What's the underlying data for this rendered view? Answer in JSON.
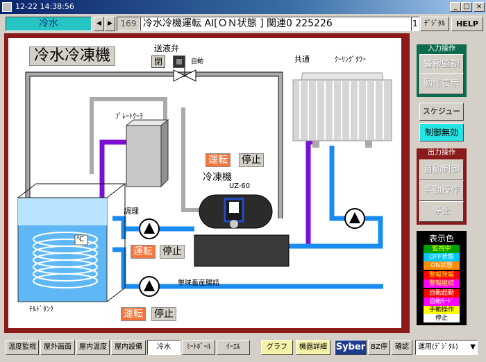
{
  "titlebar": {
    "text": "12-22 14:38:56",
    "min": "_",
    "max": "□",
    "close": "×"
  },
  "header": {
    "area": "冷水",
    "prev": "◀",
    "next": "▶",
    "seq": "169",
    "message": "冷水冷機運転 AI[ＯＮ状態 ] 関連0 225226",
    "num": "1",
    "digital": "ﾃﾞｼﾞﾀﾙ",
    "help": "HELP"
  },
  "diagram": {
    "title": "冷水冷凍機",
    "valve_label": "送液弁",
    "valve_close": "閉",
    "valve_auto": "自動",
    "plate_cooler": "ﾌﾟﾚｰﾄｸｰﾗ",
    "common": "共通",
    "cooling_tower": "ｸｰﾘﾝｸﾞﾀﾜｰ",
    "chiller_label": "冷凍機",
    "chiller_model": "UZ-60",
    "chiller_run": "運転",
    "chiller_stop": "停止",
    "adjust_label": "調理",
    "adjust_run": "運転",
    "adjust_stop": "停止",
    "supply_label": "単味畜産腸詰",
    "supply_run": "運転",
    "supply_stop": "停止",
    "tank_label": "ﾁﾙﾄﾞﾀﾝｸ",
    "temp_unit": "℃"
  },
  "side": {
    "input_title": "入力操作",
    "alarm": "警報監視",
    "action": "動作表示",
    "schedule": "スケジュール",
    "control_disable": "制御無効",
    "output_title": "出力操作",
    "auto_control": "自動制御",
    "manual": "手動操作",
    "stop": "停止",
    "legend_title": "表示色",
    "legend": [
      {
        "label": "監視中",
        "bg": "#00a000",
        "fg": "#ffff00"
      },
      {
        "label": "OFF状態",
        "bg": "#00c8ff",
        "fg": "#ffffff"
      },
      {
        "label": "ON状態",
        "bg": "#ff8c00",
        "fg": "#ffffff"
      },
      {
        "label": "警報発報",
        "bg": "#ff0000",
        "fg": "#ffff00"
      },
      {
        "label": "警報継続",
        "bg": "#ff00ff",
        "fg": "#ffff00"
      },
      {
        "label": "自動起動",
        "bg": "#ff0000",
        "fg": "#ffffff"
      },
      {
        "label": "自動ﾓｰﾄﾞ",
        "bg": "#ff00ff",
        "fg": "#ffffff"
      },
      {
        "label": "手動操作",
        "bg": "#ffff00",
        "fg": "#000000"
      },
      {
        "label": "停止",
        "bg": "#ffffff",
        "fg": "#000000"
      }
    ]
  },
  "toolbar": {
    "temp_monitor": "温度監視",
    "outdoor_screen": "屋外画面",
    "indoor_temp": "屋内温度",
    "indoor_equipment": "屋内設備",
    "cold_water": "冷水",
    "meatball": "ﾐｰﾄﾎﾞｰﾙ",
    "yeel": "ｲｰｴﾙ",
    "graph": "グラフ",
    "detail": "機器詳細",
    "syber": "Syber",
    "bz_stop": "BZ停",
    "confirm": "確認",
    "mode": "運用(ﾃﾞｼﾞﾀﾙ)",
    "mode_arrow": "▼"
  }
}
